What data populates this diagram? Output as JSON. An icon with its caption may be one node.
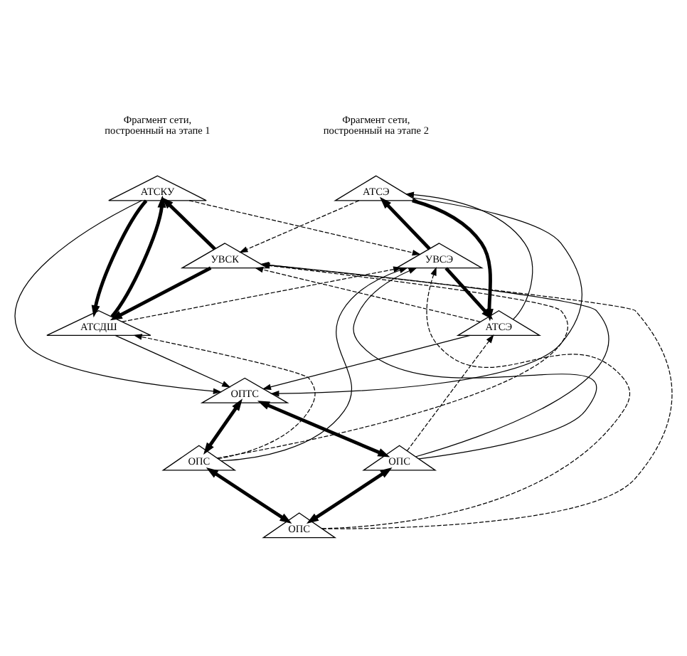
{
  "diagram": {
    "nodes": [
      {
        "text": [
          "АТСКУ"
        ]
      },
      {
        "text": [
          "АТСЭ"
        ]
      },
      {
        "text": [
          "УВСК"
        ]
      },
      {
        "text": [
          "УВСЭ"
        ]
      },
      {
        "text": [
          "АТСДШ"
        ]
      },
      {
        "text": [
          "АТСЭ"
        ]
      },
      {
        "text": [
          "ОПТС"
        ]
      },
      {
        "text": [
          "ОПС"
        ]
      },
      {
        "text": [
          "ОПС"
        ]
      },
      {
        "text": [
          "ОПС"
        ]
      }
    ],
    "edges": [
      {
        "from": 0,
        "to": 4,
        "arrow": "to",
        "style": "thick"
      },
      {
        "from": 4,
        "to": 0,
        "arrow": "to",
        "style": "thick"
      },
      {
        "from": 1,
        "to": 5,
        "arrow": "to",
        "style": "thick"
      },
      {
        "from": 5,
        "to": 1,
        "arrow": "to"
      },
      {
        "from": 2,
        "to": 0,
        "arrow": "to",
        "style": "thick"
      },
      {
        "from": 2,
        "to": 4,
        "arrow": "to",
        "style": "thick"
      },
      {
        "from": 3,
        "to": 1,
        "arrow": "to",
        "style": "thick"
      },
      {
        "from": 3,
        "to": 5,
        "arrow": "to",
        "style": "thick"
      },
      {
        "from": 0,
        "to": 3,
        "arrow": "to",
        "style": "dashed"
      },
      {
        "from": 1,
        "to": 2,
        "arrow": "to",
        "style": "dashed"
      },
      {
        "from": 4,
        "to": 3,
        "arrow": "to",
        "style": "dashed"
      },
      {
        "from": 5,
        "to": 2,
        "arrow": "to",
        "style": "dashed"
      },
      {
        "from": 0,
        "to": 6,
        "arrow": "to"
      },
      {
        "from": 1,
        "to": 6,
        "arrow": "to"
      },
      {
        "from": 4,
        "to": 6,
        "arrow": "to"
      },
      {
        "from": 5,
        "to": 6,
        "arrow": "to"
      },
      {
        "from": 7,
        "to": 2,
        "arrow": "to",
        "style": "dashed"
      },
      {
        "from": 7,
        "to": 3,
        "arrow": "to"
      },
      {
        "from": 7,
        "to": 4,
        "arrow": "to",
        "style": "dashed"
      },
      {
        "from": 8,
        "to": 2,
        "arrow": "to"
      },
      {
        "from": 8,
        "to": 3,
        "arrow": "to"
      },
      {
        "from": 8,
        "to": 5,
        "arrow": "to",
        "style": "dashed"
      },
      {
        "from": 9,
        "to": 2,
        "arrow": "to",
        "style": "dashed"
      },
      {
        "from": 9,
        "to": 3,
        "arrow": "to",
        "style": "dashed"
      },
      {
        "from": 6,
        "to": 7,
        "arrow": "both",
        "style": "thick"
      },
      {
        "from": 6,
        "to": 8,
        "arrow": "both",
        "style": "thick"
      },
      {
        "from": 7,
        "to": 9,
        "arrow": "both",
        "style": "thick"
      },
      {
        "from": 8,
        "to": 9,
        "arrow": "both",
        "style": "thick"
      }
    ],
    "labels": [
      "Фрагмент сети, построенный на этапе 1",
      "Фрагмент сети, построенный на этапе 2"
    ]
  }
}
